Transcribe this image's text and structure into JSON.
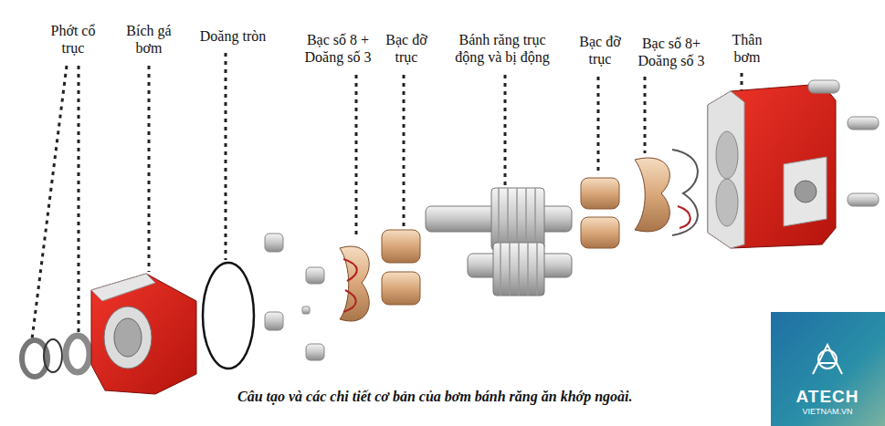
{
  "diagram": {
    "caption": "Câu tạo và các chi tiết cơ bản của bơm bánh răng ăn khớp ngoài.",
    "labels": [
      "Phớt cổ trục",
      "Bích gá bơm",
      "Doăng tròn",
      "Bạc số 8 + Doăng số 3",
      "Bạc đỡ trục",
      "Bánh răng trục động và bị động",
      "Bạc đỡ trục",
      "Bạc số 8+ Doăng số 3",
      "Thân bơm",
      "ATECH",
      "VIETNAM.VN"
    ]
  }
}
